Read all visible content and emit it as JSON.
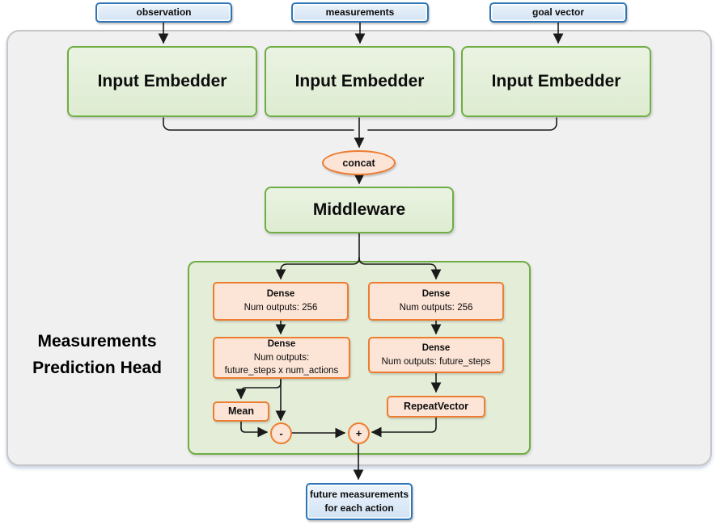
{
  "diagram": {
    "title": "Measurements Prediction Head",
    "inputs": {
      "observation": "observation",
      "measurements": "measurements",
      "goal": "goal vector"
    },
    "embedders": {
      "e1": "Input Embedder",
      "e2": "Input Embedder",
      "e3": "Input Embedder"
    },
    "concat": "concat",
    "middleware": "Middleware",
    "head": {
      "dense_left_1": {
        "title": "Dense",
        "detail": "Num outputs: 256"
      },
      "dense_left_2": {
        "title": "Dense",
        "detail": "Num outputs:",
        "detail2": "future_steps x num_actions"
      },
      "dense_right_1": {
        "title": "Dense",
        "detail": "Num outputs: 256"
      },
      "dense_right_2": {
        "title": "Dense",
        "detail": "Num outputs: future_steps"
      },
      "mean": "Mean",
      "repeat_vector": "RepeatVector",
      "minus": "-",
      "plus": "+"
    },
    "output": {
      "line1": "future measurements",
      "line2": "for each action"
    },
    "colors": {
      "green_border": "#6FAE44",
      "green_fill": "#E4F0DC",
      "head_fill": "#E3EDD8",
      "orange_border": "#ED7D31",
      "orange_fill": "#FCE4D6",
      "blue_border": "#2E75B6",
      "blue_fill": "#DDEBF7",
      "panel_fill": "#F0F0F1",
      "connector": "#1A1A1A"
    }
  }
}
